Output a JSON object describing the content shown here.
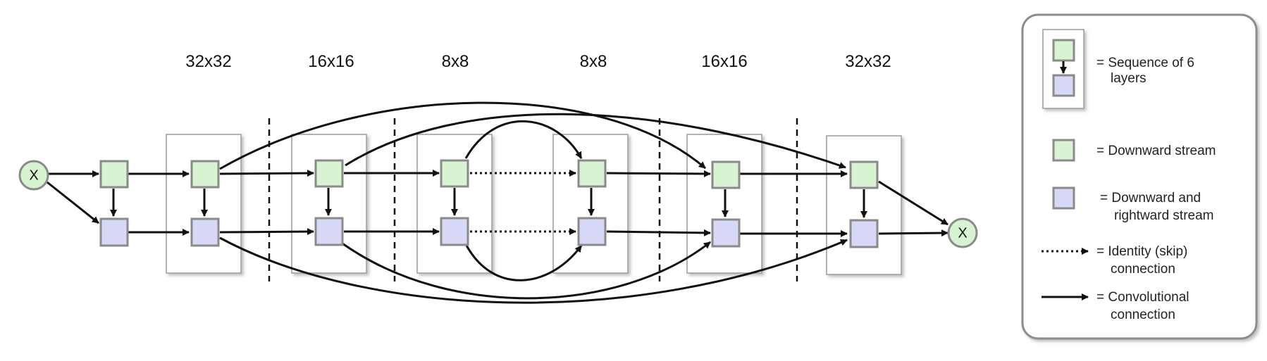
{
  "diagram": {
    "input_label": "X",
    "output_label": "X",
    "resolutions": [
      "32x32",
      "16x16",
      "8x8",
      "8x8",
      "16x16",
      "32x32"
    ]
  },
  "legend": {
    "sequence": [
      "= Sequence of 6",
      "layers"
    ],
    "downward": "= Downward stream",
    "downward_rightward": [
      "= Downward and",
      "rightward stream"
    ],
    "identity": [
      "= Identity (skip)",
      "connection"
    ],
    "convolutional": [
      "= Convolutional",
      "connection"
    ]
  },
  "colors": {
    "downward_stream": "#d7f3d1",
    "downward_rightward_stream": "#d6d8f5",
    "node_border": "#8a8a8a"
  }
}
